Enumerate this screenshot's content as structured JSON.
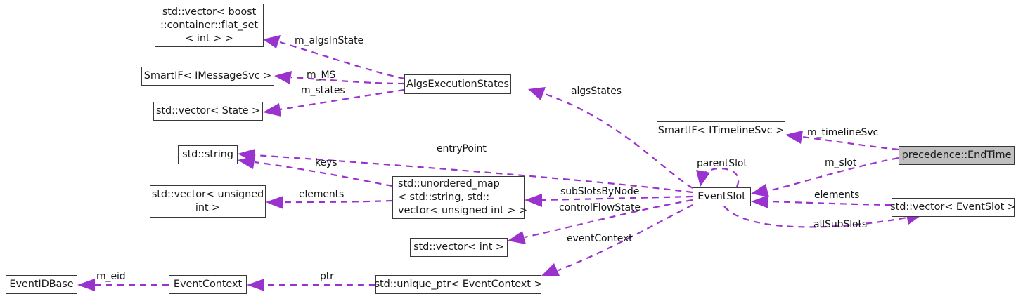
{
  "diagram": {
    "type": "uml-collaboration-diagram",
    "title": "precedence::EndTime collaboration diagram",
    "edge_color": "#9a32cd",
    "node_border_color": "#383838",
    "highlight_fill": "#bfbfbf",
    "background": "#ffffff"
  },
  "nodes": [
    {
      "id": "vec_flat_set",
      "label": "std::vector< boost\n::container::flat_set\n< int > >",
      "highlighted": false
    },
    {
      "id": "smartif_msg",
      "label": "SmartIF< IMessageSvc >",
      "highlighted": false
    },
    {
      "id": "vec_state",
      "label": "std::vector< State >",
      "highlighted": false
    },
    {
      "id": "algs_exec",
      "label": "AlgsExecutionStates",
      "highlighted": false
    },
    {
      "id": "std_string",
      "label": "std::string",
      "highlighted": false
    },
    {
      "id": "vec_uint",
      "label": "std::vector< unsigned\nint >",
      "highlighted": false
    },
    {
      "id": "unordered_map",
      "label": "std::unordered_map\n< std::string, std::\nvector< unsigned int > >",
      "highlighted": false
    },
    {
      "id": "vec_int",
      "label": "std::vector< int >",
      "highlighted": false
    },
    {
      "id": "smartif_timeline",
      "label": "SmartIF< ITimelineSvc >",
      "highlighted": false
    },
    {
      "id": "event_slot",
      "label": "EventSlot",
      "highlighted": false
    },
    {
      "id": "vec_event_slot",
      "label": "std::vector< EventSlot >",
      "highlighted": false
    },
    {
      "id": "end_time",
      "label": "precedence::EndTime",
      "highlighted": true
    },
    {
      "id": "event_id_base",
      "label": "EventIDBase",
      "highlighted": false
    },
    {
      "id": "event_context",
      "label": "EventContext",
      "highlighted": false
    },
    {
      "id": "unique_ptr_ctx",
      "label": "std::unique_ptr< EventContext >",
      "highlighted": false
    }
  ],
  "edges": [
    {
      "id": "e_algsinstate",
      "from": "algs_exec",
      "to": "vec_flat_set",
      "label": "m_algsInState"
    },
    {
      "id": "e_mms",
      "from": "algs_exec",
      "to": "smartif_msg",
      "label": "m_MS"
    },
    {
      "id": "e_mstates",
      "from": "algs_exec",
      "to": "vec_state",
      "label": "m_states"
    },
    {
      "id": "e_algsstates",
      "from": "event_slot",
      "to": "algs_exec",
      "label": "algsStates"
    },
    {
      "id": "e_entrypoint",
      "from": "event_slot",
      "to": "std_string",
      "label": "entryPoint"
    },
    {
      "id": "e_keys",
      "from": "unordered_map",
      "to": "std_string",
      "label": "keys"
    },
    {
      "id": "e_elements_uint",
      "from": "unordered_map",
      "to": "vec_uint",
      "label": "elements"
    },
    {
      "id": "e_subslotsbynode",
      "from": "event_slot",
      "to": "unordered_map",
      "label": "subSlotsByNode"
    },
    {
      "id": "e_controlflowstate",
      "from": "event_slot",
      "to": "vec_int",
      "label": "controlFlowState"
    },
    {
      "id": "e_eventcontext",
      "from": "event_slot",
      "to": "unique_ptr_ctx",
      "label": "eventContext"
    },
    {
      "id": "e_parentslot",
      "from": "event_slot",
      "to": "event_slot",
      "label": "parentSlot"
    },
    {
      "id": "e_timelinesvc",
      "from": "end_time",
      "to": "smartif_timeline",
      "label": "m_timelineSvc"
    },
    {
      "id": "e_mslot",
      "from": "end_time",
      "to": "event_slot",
      "label": "m_slot"
    },
    {
      "id": "e_elements_slot",
      "from": "vec_event_slot",
      "to": "event_slot",
      "label": "elements"
    },
    {
      "id": "e_allsubslots",
      "from": "event_slot",
      "to": "vec_event_slot",
      "label": "allSubSlots"
    },
    {
      "id": "e_meid",
      "from": "event_context",
      "to": "event_id_base",
      "label": "m_eid"
    },
    {
      "id": "e_ptr",
      "from": "unique_ptr_ctx",
      "to": "event_context",
      "label": "ptr"
    }
  ]
}
